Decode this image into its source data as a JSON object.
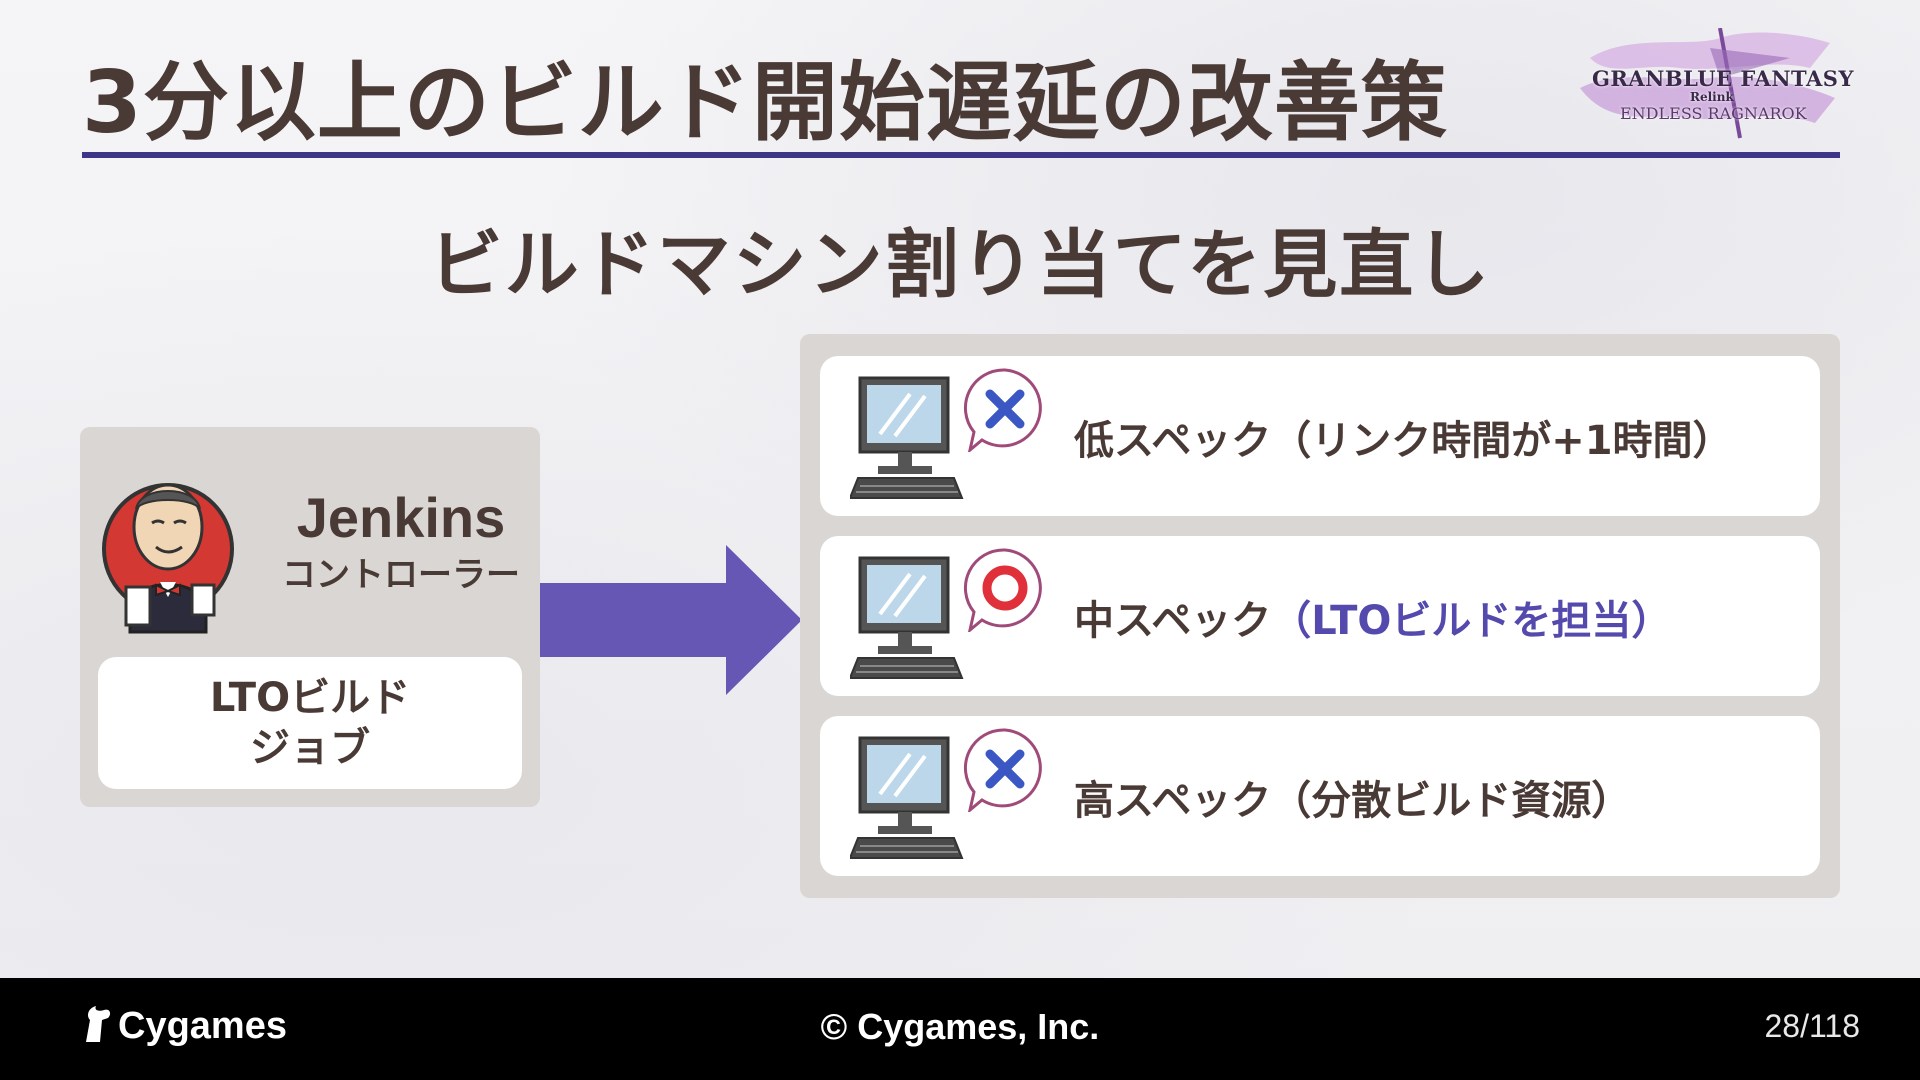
{
  "slide": {
    "title": "3分以上のビルド開始遅延の改善策",
    "subtitle": "ビルドマシン割り当てを見直し"
  },
  "logo": {
    "main": "GRANBLUE FANTASY",
    "sub": "Relink",
    "edition": "ENDLESS RAGNAROK"
  },
  "controller": {
    "name": "Jenkins",
    "role": "コントローラー",
    "job_line1": "LTOビルド",
    "job_line2": "ジョブ"
  },
  "machines": [
    {
      "label": "低スペック",
      "note": "（リンク時間が+1時間）",
      "status": "cross-icon"
    },
    {
      "label": "中スペック",
      "note": "（LTOビルドを担当）",
      "status": "circle-icon"
    },
    {
      "label": "高スペック",
      "note": "（分散ビルド資源）",
      "status": "cross-icon"
    }
  ],
  "footer": {
    "brand": "Cygames",
    "copyright": "© Cygames, Inc.",
    "page": "28/118"
  },
  "colors": {
    "accent": "#5449ad",
    "rule": "#3d3585",
    "cross": "#3a57c4",
    "circle": "#e0303a",
    "badge_border": "#a04a7a"
  }
}
